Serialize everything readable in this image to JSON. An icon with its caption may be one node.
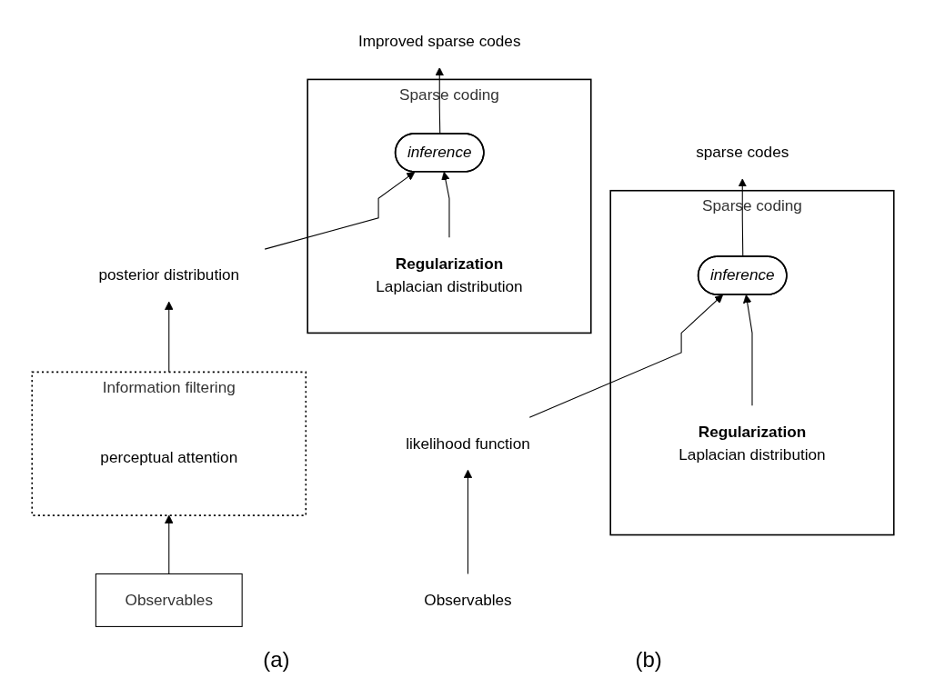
{
  "diagram": {
    "nodes": [
      {
        "text": [
          "Sparse coding"
        ]
      },
      {
        "text": [
          "inference"
        ],
        "in": 0
      },
      {
        "text": [
          "Regularization",
          "Laplacian distribution"
        ],
        "in": 0
      },
      {
        "text": [
          "sparse codes"
        ]
      },
      {
        "text": [
          "likelihood function"
        ]
      },
      {
        "text": [
          "Observables"
        ]
      },
      {
        "text": [
          "Sparse coding"
        ]
      },
      {
        "text": [
          "inference"
        ],
        "in": 6
      },
      {
        "text": [
          "Regularization",
          "Laplacian distribution"
        ],
        "in": 6
      },
      {
        "text": [
          "Improved sparse codes"
        ]
      },
      {
        "text": [
          "posterior distribution"
        ]
      },
      {
        "text": [
          "Information filtering"
        ]
      },
      {
        "text": [
          "perceptual attention"
        ],
        "in": 11
      },
      {
        "text": [
          "Observables"
        ]
      }
    ],
    "edges": [
      {
        "from": 5,
        "to": 4,
        "arrow": "to"
      },
      {
        "from": 4,
        "to": 1,
        "arrow": "to"
      },
      {
        "from": 2,
        "to": 1,
        "arrow": "to"
      },
      {
        "from": 1,
        "to": 3,
        "arrow": "to"
      },
      {
        "from": 13,
        "to": 11,
        "arrow": "to"
      },
      {
        "from": 11,
        "to": 10,
        "arrow": "to"
      },
      {
        "from": 10,
        "to": 7,
        "arrow": "to"
      },
      {
        "from": 8,
        "to": 7,
        "arrow": "to"
      },
      {
        "from": 7,
        "to": 9,
        "arrow": "to"
      }
    ],
    "labels": [
      "(a)",
      "(b)"
    ]
  }
}
